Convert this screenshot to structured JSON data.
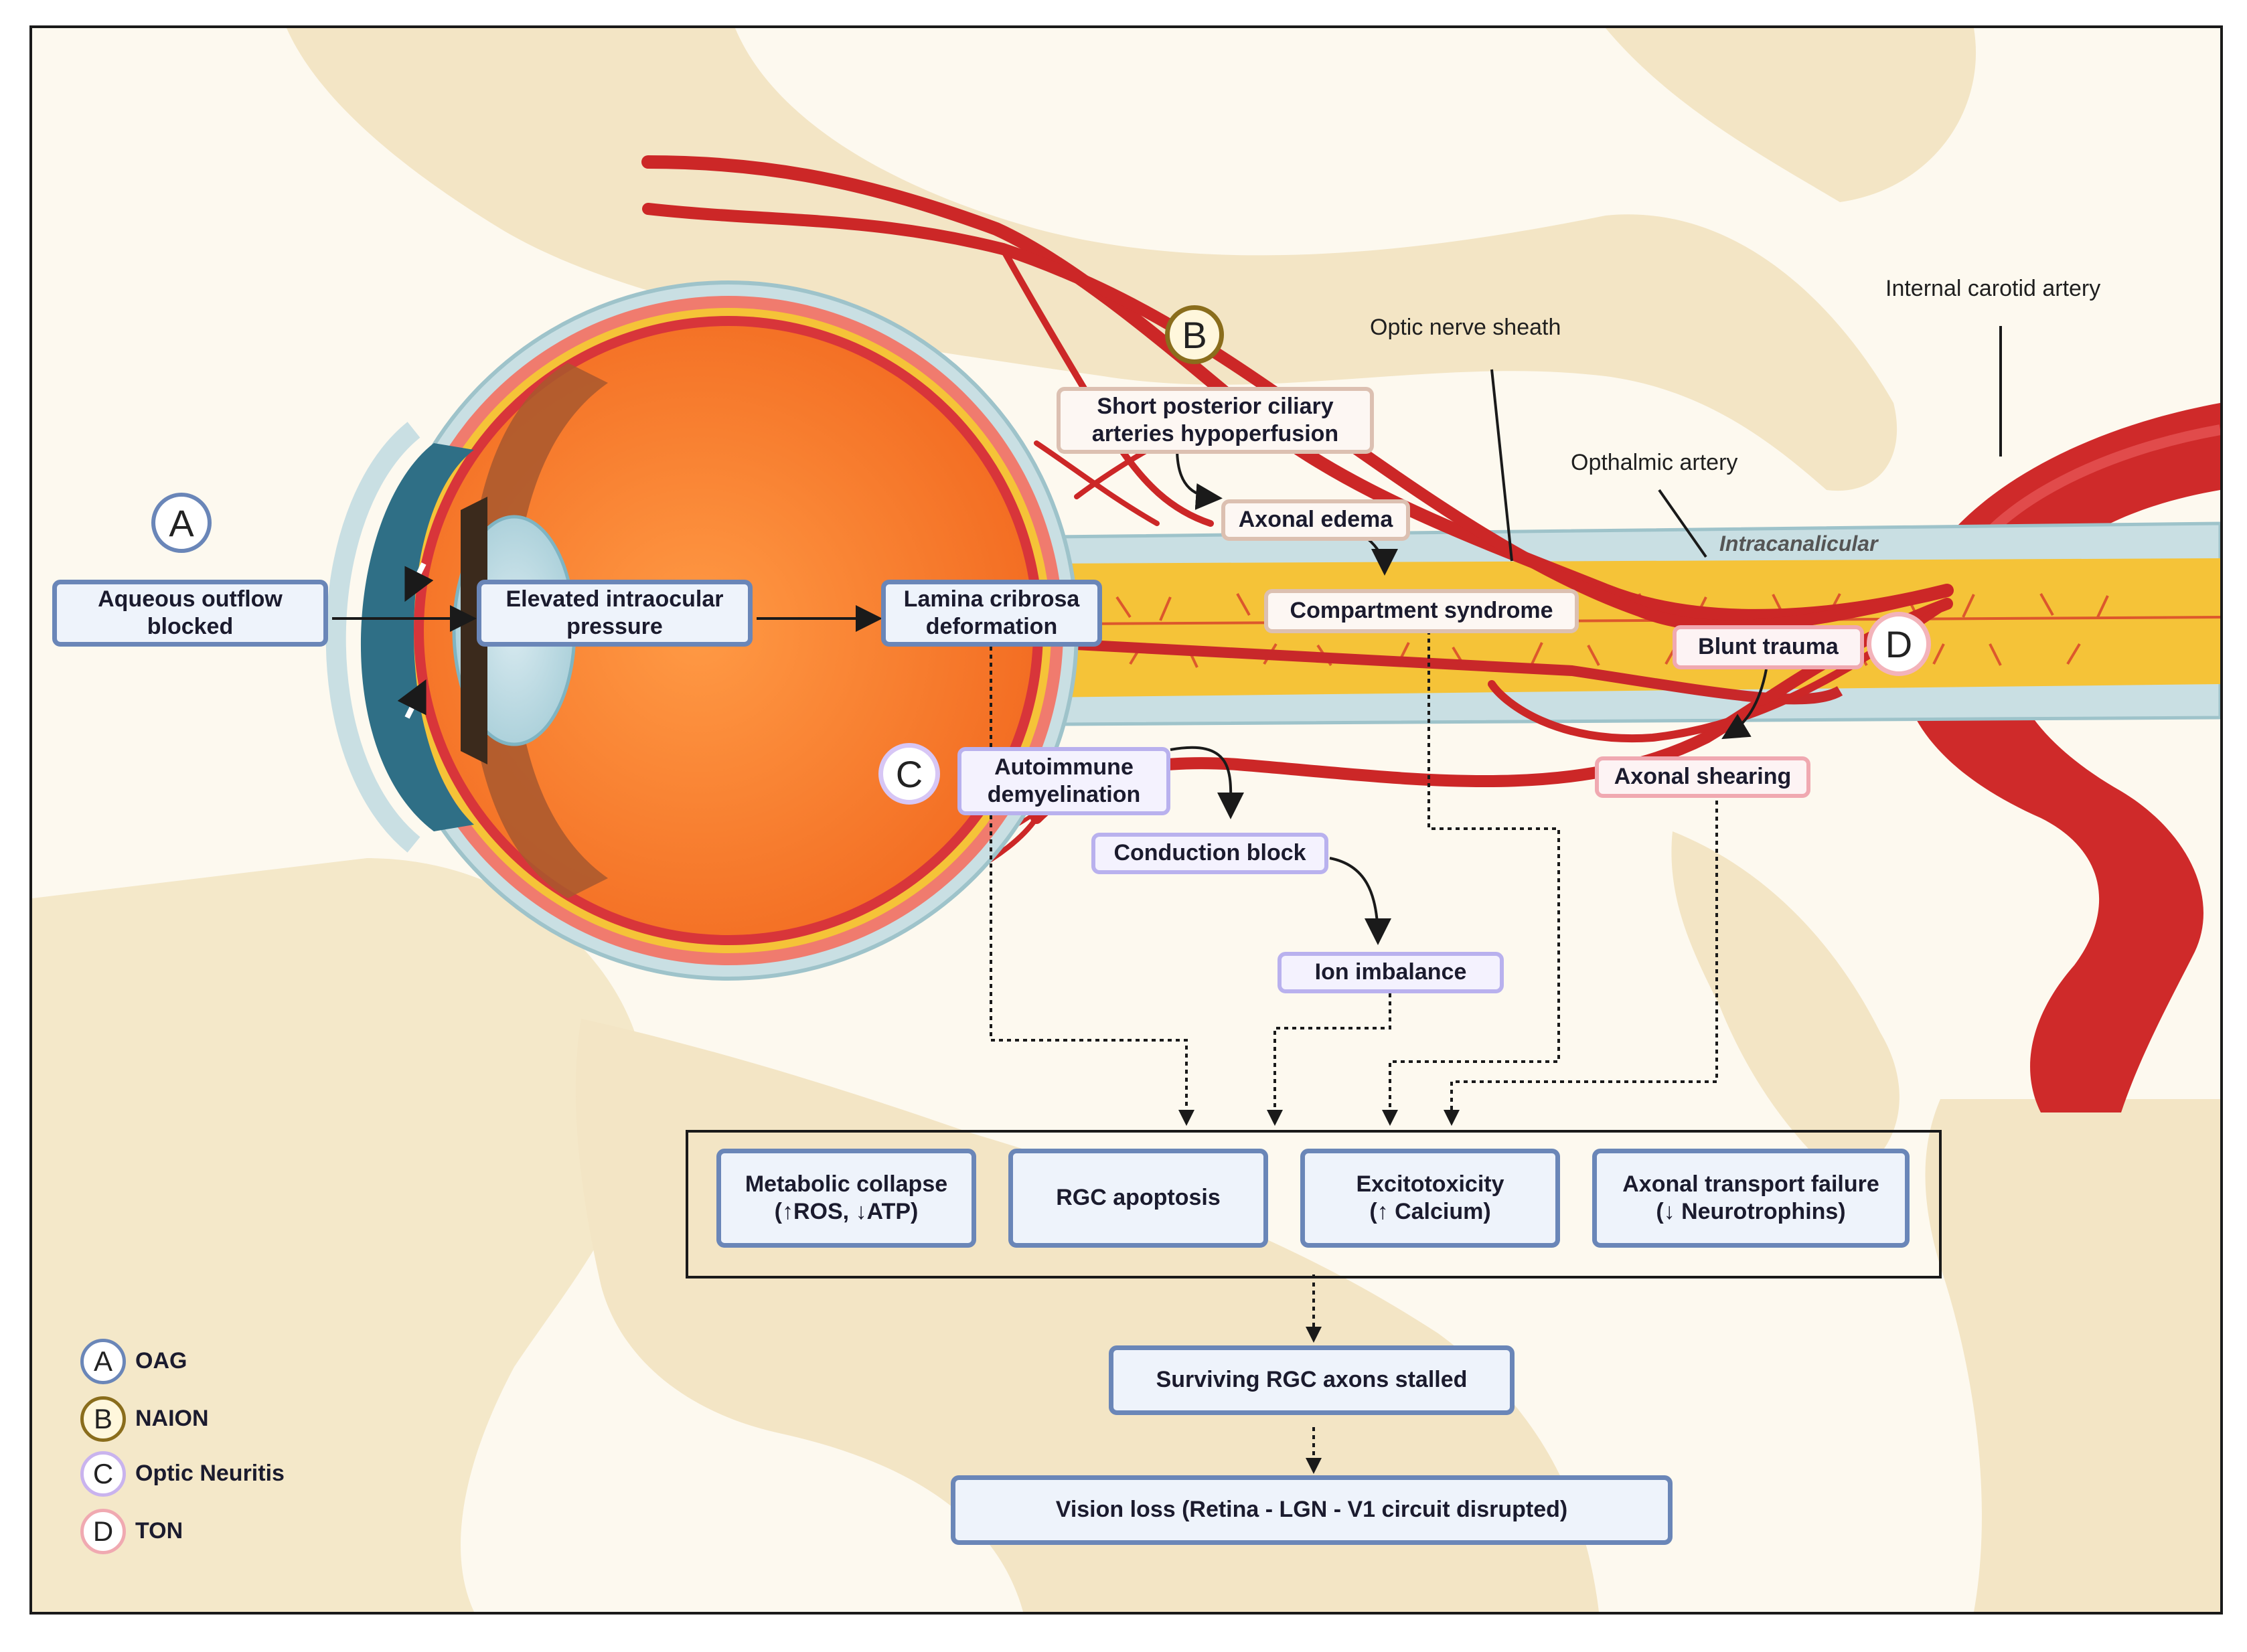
{
  "markers": {
    "a": "A",
    "b": "B",
    "c": "C",
    "d": "D"
  },
  "labels": {
    "optic_nerve_sheath": "Optic nerve sheath",
    "internal_carotid": "Internal carotid artery",
    "opthalmic_artery": "Opthalmic artery",
    "intracanalicular": "Intracanalicular"
  },
  "nodes": {
    "aqueous": "Aqueous outflow\nblocked",
    "elevated_iop": "Elevated intraocular\npressure",
    "lamina": "Lamina cribrosa\ndeformation",
    "short_posterior": "Short posterior ciliary\narteries hypoperfusion",
    "axonal_edema": "Axonal edema",
    "compartment": "Compartment syndrome",
    "blunt_trauma": "Blunt trauma",
    "axonal_shearing": "Axonal shearing",
    "autoimmune": "Autoimmune\ndemyelination",
    "conduction_block": "Conduction block",
    "ion_imbalance": "Ion imbalance"
  },
  "outcomes": {
    "metabolic": "Metabolic collapse\n(↑ROS, ↓ATP)",
    "rgc_apoptosis": "RGC apoptosis",
    "excitotoxicity": "Excitotoxicity\n(↑ Calcium)",
    "axonal_transport": "Axonal transport failure\n(↓ Neurotrophins)"
  },
  "downstream": {
    "surviving": "Surviving RGC axons stalled",
    "vision_loss": "Vision loss (Retina - LGN - V1 circuit disrupted)"
  },
  "legend": [
    {
      "key": "A",
      "text": "OAG",
      "color": "#6a86b8"
    },
    {
      "key": "B",
      "text": "NAION",
      "color": "#8a6d1c"
    },
    {
      "key": "C",
      "text": "Optic Neuritis",
      "color": "#c9b3ee"
    },
    {
      "key": "D",
      "text": "TON",
      "color": "#f0a9b1"
    }
  ]
}
